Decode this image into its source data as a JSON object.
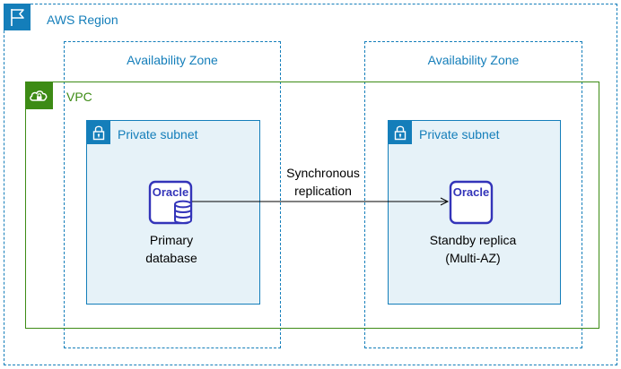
{
  "region": {
    "label": "AWS Region",
    "icon": "flag-icon"
  },
  "zones": {
    "left": {
      "label": "Availability Zone"
    },
    "right": {
      "label": "Availability Zone"
    }
  },
  "vpc": {
    "label": "VPC",
    "icon": "cloud-lock-icon"
  },
  "subnets": {
    "left": {
      "label": "Private subnet",
      "icon": "padlock-icon"
    },
    "right": {
      "label": "Private subnet",
      "icon": "padlock-icon"
    }
  },
  "nodes": {
    "primary": {
      "logo": "Oracle",
      "line1": "Primary",
      "line2": "database",
      "icon": "oracle-database-icon"
    },
    "standby": {
      "logo": "Oracle",
      "line1": "Standby replica",
      "line2": "(Multi-AZ)",
      "icon": "oracle-icon"
    }
  },
  "replication": {
    "line1": "Synchronous",
    "line2": "replication"
  },
  "colors": {
    "aws_blue": "#147eba",
    "vpc_green": "#3d8b15",
    "subnet_fill": "#e6f2f8",
    "icon_purple": "#3334b9"
  }
}
